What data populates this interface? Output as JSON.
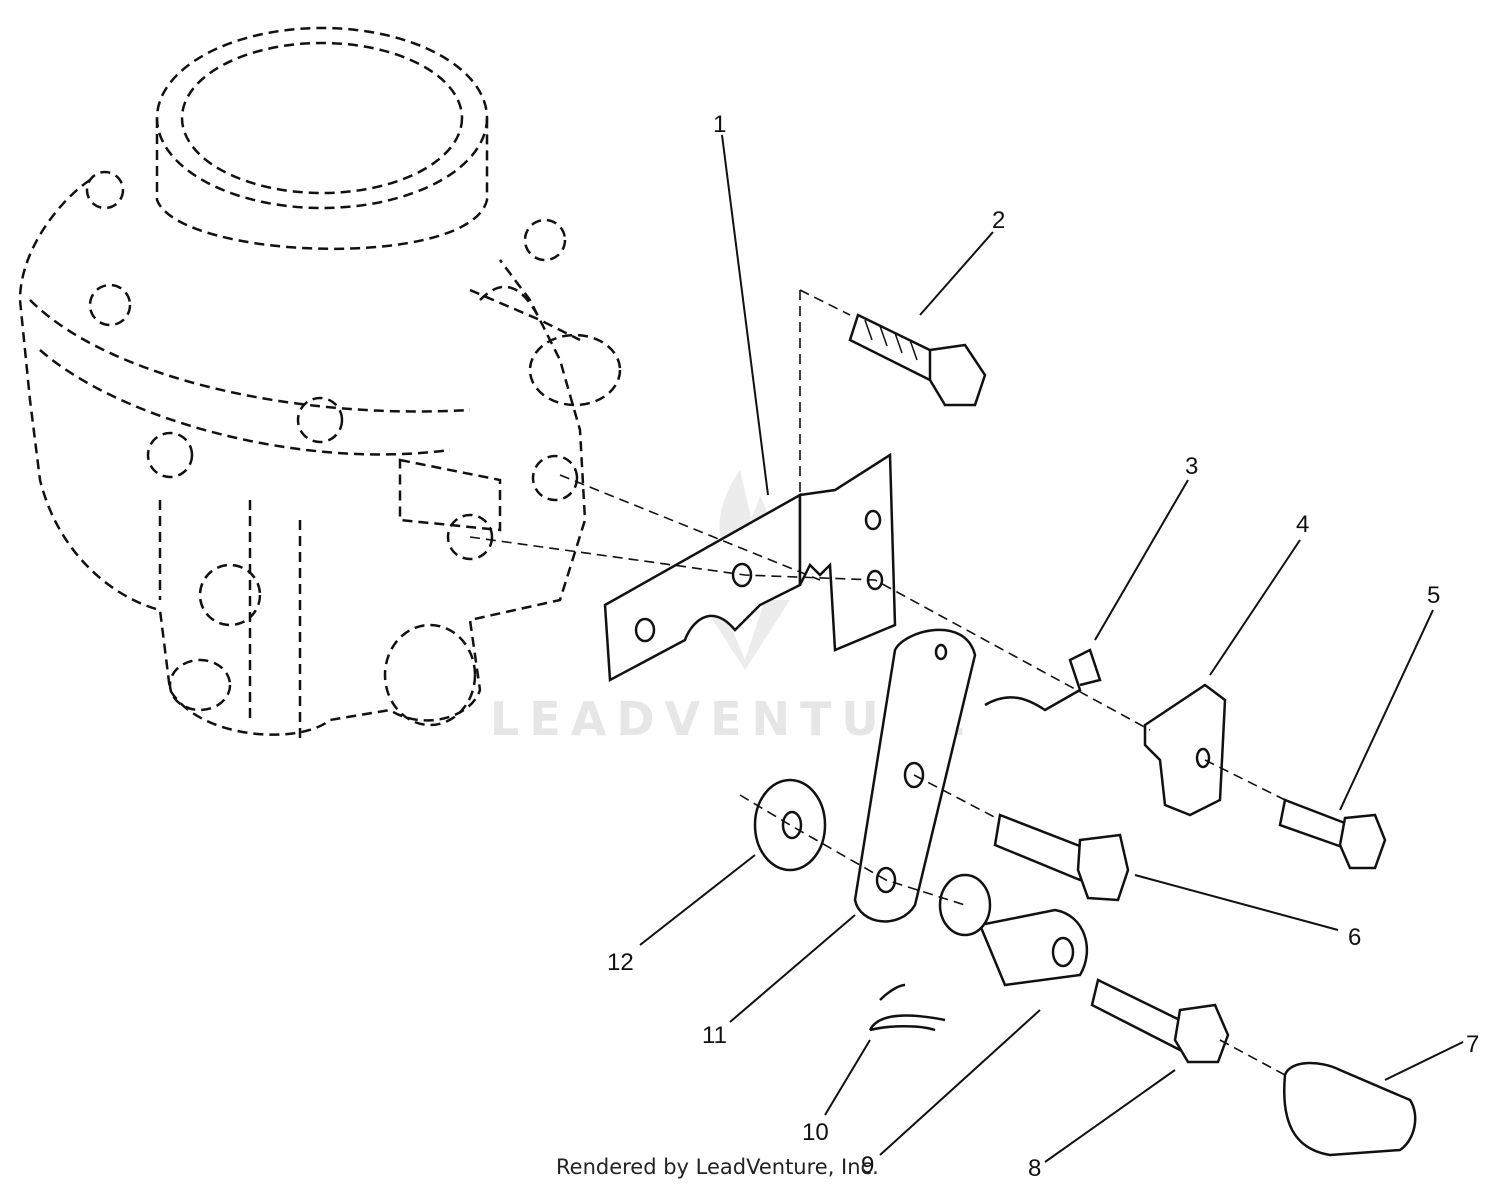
{
  "callouts": [
    {
      "id": "1",
      "label": "1"
    },
    {
      "id": "2",
      "label": "2"
    },
    {
      "id": "3",
      "label": "3"
    },
    {
      "id": "4",
      "label": "4"
    },
    {
      "id": "5",
      "label": "5"
    },
    {
      "id": "6",
      "label": "6"
    },
    {
      "id": "7",
      "label": "7"
    },
    {
      "id": "8",
      "label": "8"
    },
    {
      "id": "9",
      "label": "9"
    },
    {
      "id": "10",
      "label": "10"
    },
    {
      "id": "11",
      "label": "11"
    },
    {
      "id": "12",
      "label": "12"
    }
  ],
  "watermark": {
    "text": "LEADVENTURE",
    "logo": "leadventure-flame-logo"
  },
  "credit": "Rendered by LeadVenture, Inc."
}
